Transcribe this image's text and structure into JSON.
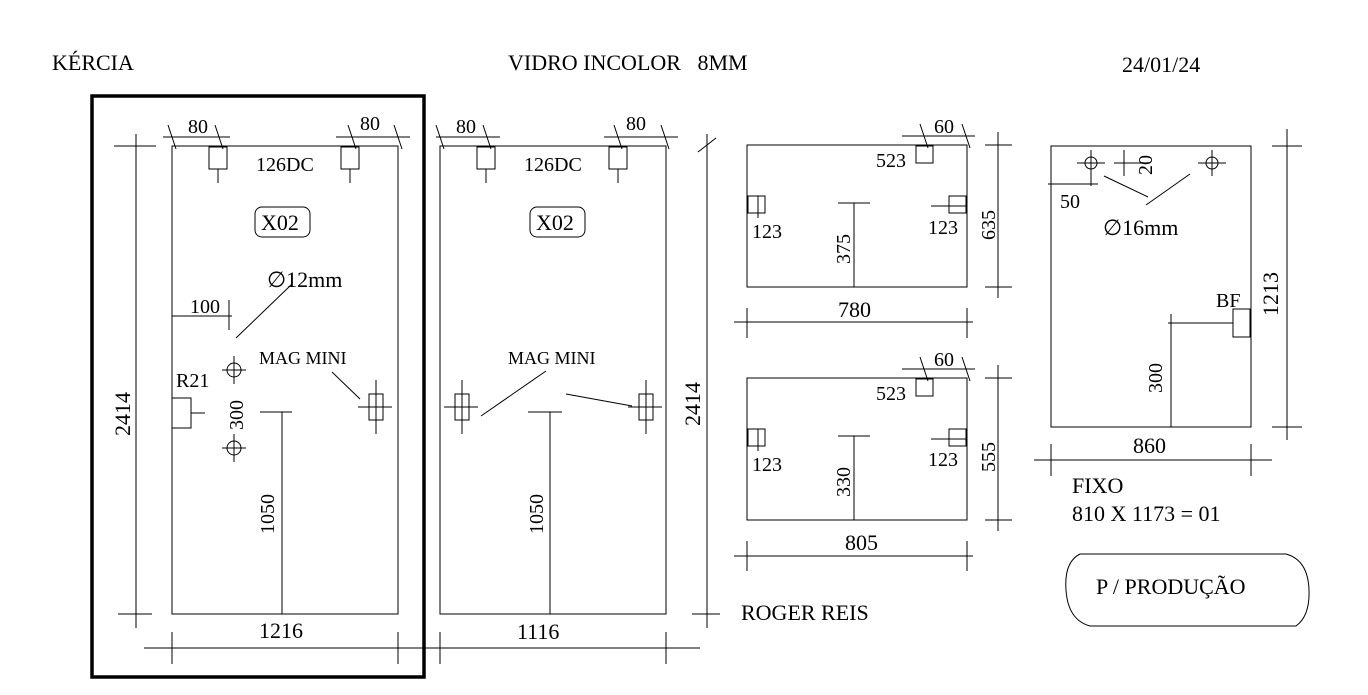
{
  "header": {
    "client": "KÉRCIA",
    "material": "VIDRO INCOLOR   8MM",
    "date": "24/01/24"
  },
  "door_left": {
    "width": "1216",
    "height": "2414",
    "hinge_left_offset": "80",
    "hinge_right_offset": "80",
    "hinge_code": "126DC",
    "code": "X02",
    "hole_diameter": "∅12mm",
    "hole_offset": "100",
    "lock_label": "R21",
    "lock_spacing": "300",
    "handle_height": "1050",
    "magnet_label": "MAG MINI"
  },
  "door_right": {
    "width": "1116",
    "height": "2414",
    "hinge_left_offset": "80",
    "hinge_right_offset": "80",
    "hinge_code": "126DC",
    "code": "X02",
    "handle_height": "1050",
    "magnet_label": "MAG MINI"
  },
  "panel_top": {
    "width": "780",
    "height": "635",
    "offset_top": "60",
    "fitting_top": "523",
    "fitting_left": "123",
    "fitting_right": "123",
    "center_height": "375"
  },
  "panel_bottom": {
    "width": "805",
    "height": "555",
    "offset_top": "60",
    "fitting_top": "523",
    "fitting_left": "123",
    "fitting_right": "123",
    "center_height": "330"
  },
  "panel_fixed": {
    "width": "860",
    "height": "1213",
    "offset_left": "50",
    "offset_top": "20",
    "hole_diameter": "∅16mm",
    "fitting_label": "BF",
    "fitting_height": "300",
    "title": "FIXO",
    "quantity": "810 X 1173 = 01"
  },
  "author": "ROGER REIS",
  "production_stamp": "P / PRODUÇÃO"
}
